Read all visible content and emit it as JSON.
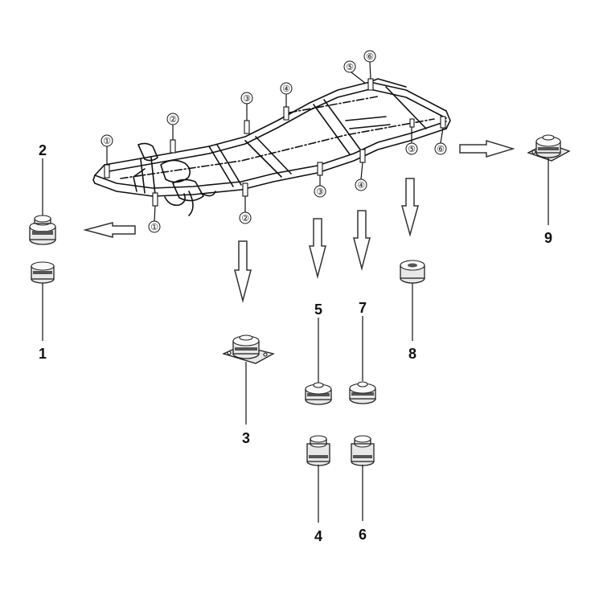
{
  "frame_callouts": [
    "①",
    "②",
    "③",
    "④",
    "⑤",
    "⑥"
  ],
  "parts": [
    {
      "label": "1"
    },
    {
      "label": "2"
    },
    {
      "label": "3"
    },
    {
      "label": "4"
    },
    {
      "label": "5"
    },
    {
      "label": "6"
    },
    {
      "label": "7"
    },
    {
      "label": "8"
    },
    {
      "label": "9"
    }
  ],
  "colors": {
    "line": "#111111",
    "background": "#ffffff",
    "part_fill": "#e8e8e8"
  }
}
